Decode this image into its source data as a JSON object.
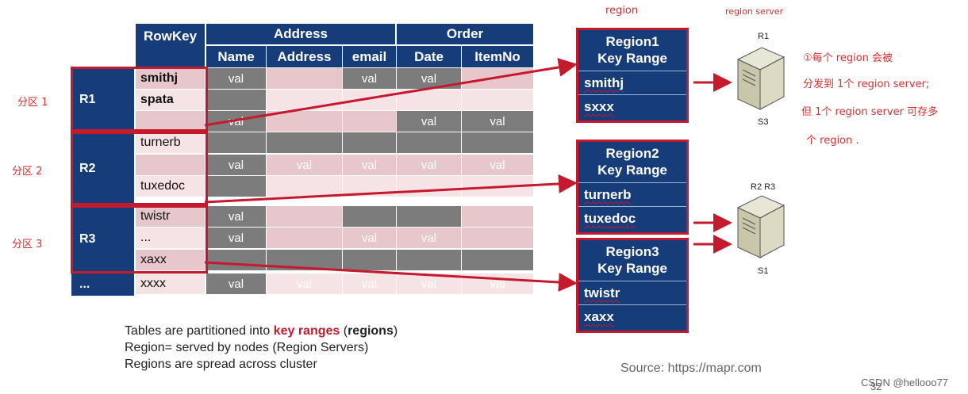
{
  "table": {
    "header_rowkey": "RowKey",
    "header_address_group": "Address",
    "header_order_group": "Order",
    "columns": [
      "Name",
      "Address",
      "email",
      "Date",
      "ItemNo"
    ],
    "rows": [
      {
        "key": "smithj",
        "bold": true,
        "cells": [
          "val",
          "",
          "val",
          "val",
          ""
        ]
      },
      {
        "key": "spata",
        "bold": true,
        "cells": [
          "",
          "",
          "",
          "",
          ""
        ]
      },
      {
        "key": "",
        "bold": false,
        "cells": [
          "val",
          "",
          "",
          "val",
          "val"
        ]
      },
      {
        "key": "turnerb",
        "bold": false,
        "cells": [
          "",
          "",
          "",
          "",
          ""
        ]
      },
      {
        "key": "",
        "bold": false,
        "cells": [
          "val",
          "val",
          "val",
          "val",
          "val"
        ]
      },
      {
        "key": "tuxedoc",
        "bold": false,
        "cells": [
          "",
          "",
          "",
          "",
          ""
        ]
      },
      {
        "key": "twistr",
        "bold": false,
        "cells": [
          "val",
          "",
          "",
          "",
          ""
        ]
      },
      {
        "key": "...",
        "bold": false,
        "cells": [
          "val",
          "",
          "val",
          "val",
          ""
        ]
      },
      {
        "key": "xaxx",
        "bold": false,
        "cells": [
          "",
          "",
          "",
          "",
          ""
        ]
      },
      {
        "key": "xxxx",
        "bold": false,
        "cells": [
          "val",
          "val",
          "val",
          "val",
          "val"
        ]
      }
    ],
    "region_labels": [
      "R1",
      "R2",
      "R3",
      "..."
    ]
  },
  "partition_labels": [
    "分区 1",
    "分区 2",
    "分区 3"
  ],
  "header_labels": {
    "region": "region",
    "region_server": "region server"
  },
  "regions": [
    {
      "title_line1": "Region1",
      "title_line2": "Key Range",
      "start": "smithj",
      "end": "sxxx"
    },
    {
      "title_line1": "Region2",
      "title_line2": "Key Range",
      "start": "turnerb",
      "end": "tuxedoc"
    },
    {
      "title_line1": "Region3",
      "title_line2": "Key Range",
      "start": "twistr",
      "end": "xaxx"
    }
  ],
  "servers": [
    {
      "top_label": "R1",
      "bottom_label": "S3"
    },
    {
      "top_label": "R2 R3",
      "bottom_label": "S1"
    }
  ],
  "note_lines": [
    "①每个 region 会被",
    "分发到 1个 region server;",
    "但 1个 region server 可存多",
    "个 region ."
  ],
  "caption": {
    "line1_prefix": "Tables are partitioned into ",
    "line1_key": "key ranges",
    "line1_mid": " (",
    "line1_regions": "regions",
    "line1_suffix": ")",
    "line2": "Region= served by nodes (Region Servers)",
    "line3": "Regions are spread across cluster"
  },
  "source": "Source: https://mapr.com",
  "page_number": "32",
  "watermark": "CSDN @hellooo77",
  "colors": {
    "navy": "#173c7a",
    "red": "#c5192d",
    "grey": "#7c7c7c",
    "pink": "#e7c7cb",
    "light_pink": "#f6e3e5"
  }
}
